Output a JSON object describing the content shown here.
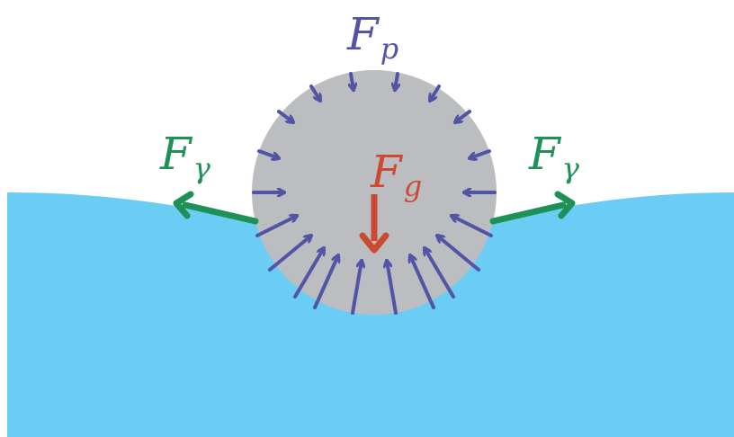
{
  "colors": {
    "water": "#6ccdf4",
    "sphere": "#bcbdc1",
    "pressure": "#5254a6",
    "tension": "#1e9156",
    "gravity": "#cc4a33",
    "background": "#ffffff"
  },
  "labels": {
    "pressure": {
      "main": "F",
      "sub": "p"
    },
    "tension_left": {
      "main": "F",
      "sub": "γ"
    },
    "tension_right": {
      "main": "F",
      "sub": "γ"
    },
    "gravity": {
      "main": "F",
      "sub": "g"
    }
  }
}
